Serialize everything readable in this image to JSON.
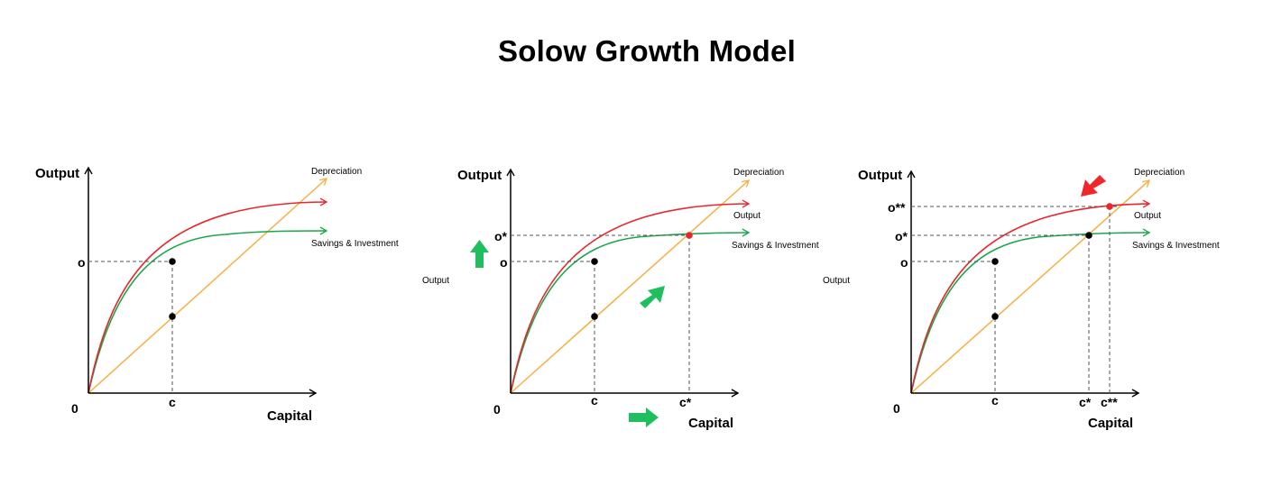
{
  "title": "Solow Growth Model",
  "colors": {
    "output_curve": "#e8262b",
    "savings_curve": "#1aa84a",
    "depreciation_line": "#f5b041",
    "axis": "#000000",
    "guide": "#555555",
    "arrow_green": "#1fbf5f",
    "arrow_red": "#f0272a",
    "dot_black": "#000000",
    "dot_red": "#e8262b"
  },
  "panels": [
    {
      "axis_y": "Output",
      "axis_x": "Capital",
      "origin": "0",
      "depreciation": "Depreciation",
      "savings": "Savings & Investment",
      "ticks": {
        "o": "o",
        "c": "c"
      }
    },
    {
      "axis_y": "Output",
      "axis_x": "Capital",
      "origin": "0",
      "depreciation": "Depreciation",
      "output_curve": "Output",
      "savings": "Savings & Investment",
      "side_note": "Output",
      "ticks": {
        "o": "o",
        "o_star": "o*",
        "c": "c",
        "c_star": "c*"
      },
      "arrows": [
        "arrow-up",
        "arrow-diagonal-up-right",
        "arrow-right"
      ]
    },
    {
      "axis_y": "Output",
      "axis_x": "Capital",
      "origin": "0",
      "depreciation": "Depreciation",
      "output_curve": "Output",
      "savings": "Savings & Investment",
      "side_note": "Output",
      "ticks": {
        "o": "o",
        "o_star": "o*",
        "o_star2": "o**",
        "c": "c",
        "c_star": "c*",
        "c_star2": "c**"
      },
      "arrows": [
        "arrow-diagonal-down-left"
      ]
    }
  ]
}
